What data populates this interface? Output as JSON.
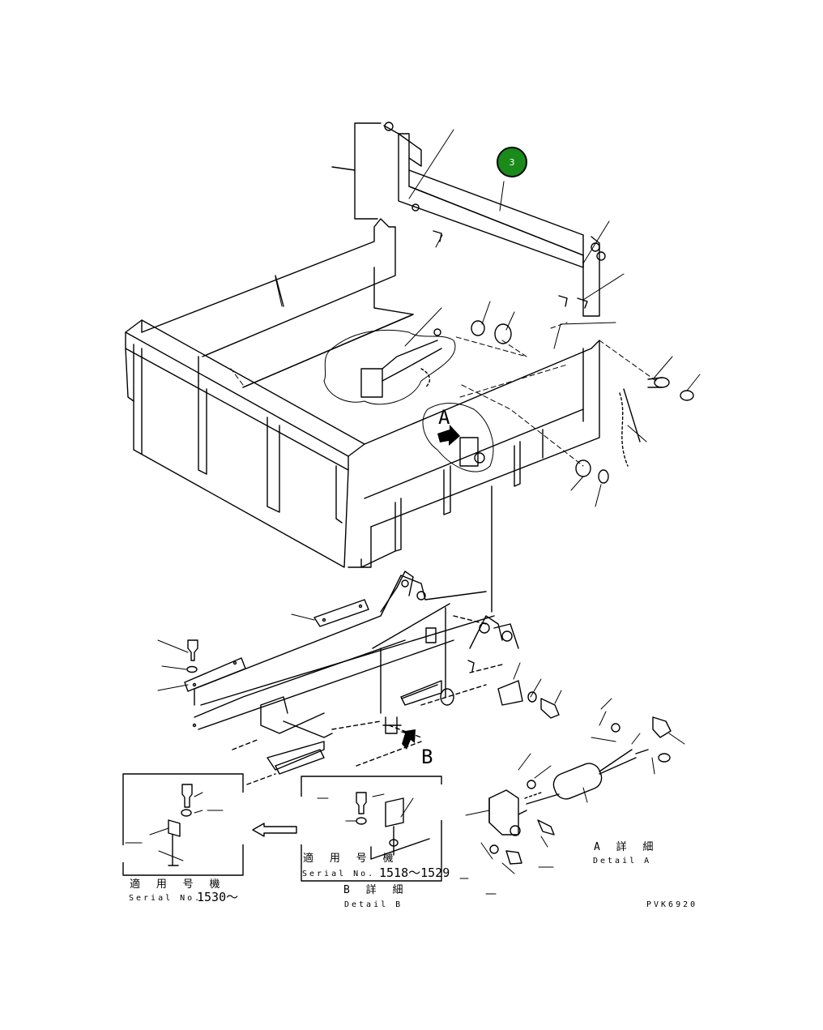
{
  "callout": {
    "number": "3",
    "color": "#1a8a1a"
  },
  "labels": {
    "arrow_a": "A",
    "arrow_b": "B",
    "detail_a_jp": "A 詳 細",
    "detail_a_en": "Detail A",
    "detail_b_jp": "B 詳 細",
    "detail_b_en": "Detail B",
    "applicable_jp_b": "適 用 号 機",
    "serial_b_prefix": "Serial No.",
    "serial_b_range": "1518～1529",
    "applicable_jp_c": "適 用 号 機",
    "serial_c_prefix": "Serial No.",
    "serial_c_range": "1530～",
    "drawing_code": "PVK6920"
  }
}
